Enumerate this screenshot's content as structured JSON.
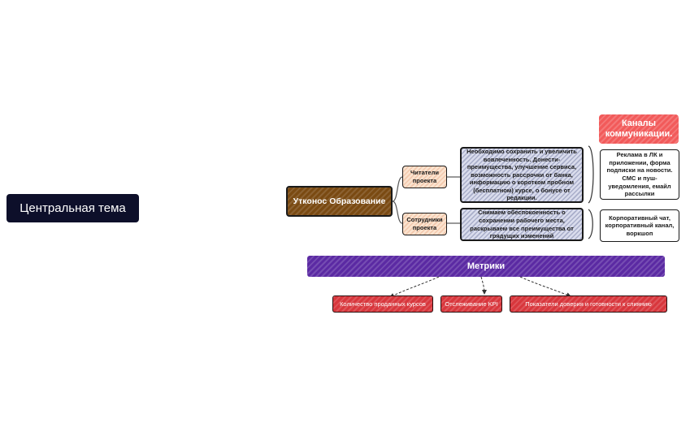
{
  "central_topic": "Центральная тема",
  "root": "Утконос Образование",
  "branches": [
    {
      "label": "Читатели проекта",
      "description": "Необходимо сохранить и увеличить вовлеченность. Донести- преимущества, улучшение сервиса, возможность рассрочки от банка, информацию о коротком пробном (бесплатном) курсе, о бонусе от редакции.",
      "channel": "Реклама в ЛК и приложении, форма подписки на новости. СМС и пуш-уведомления, емайл рассылки"
    },
    {
      "label": "Сотрудники проекта",
      "description": "Снимаем обеспокоенность о сохранении рабочего места, раскрываем все преимущества от грядущих изменений",
      "channel": "Корпоративный чат, корпоративный канал, воркшоп"
    }
  ],
  "channels_title": "Каналы коммуникации.",
  "metrics": {
    "title": "Метрики",
    "items": [
      "Количество проданных курсов",
      "Отслеживание KPI",
      "Показатели доверия и готовности к слиянию"
    ]
  },
  "colors": {
    "central": "#0d0f2a",
    "root": "#7a4a12",
    "sub": "#fbe3cf",
    "desc": "#d9dcec",
    "channels": "#f25a5a",
    "metrics": "#5b2aa3",
    "metric_item": "#d8363c"
  }
}
